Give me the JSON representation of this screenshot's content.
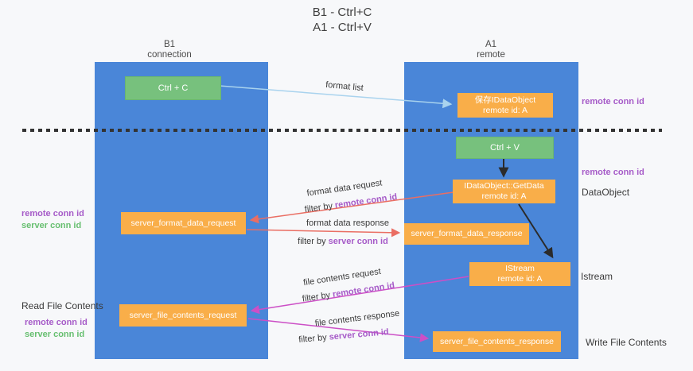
{
  "title": {
    "line1": "B1 - Ctrl+C",
    "line2": "A1 - Ctrl+V"
  },
  "columns": {
    "b1": {
      "title": "B1",
      "subtitle": "connection"
    },
    "a1": {
      "title": "A1",
      "subtitle": "remote"
    }
  },
  "nodes": {
    "ctrl_c": "Ctrl + C",
    "ctrl_v": "Ctrl + V",
    "save_idataobject": {
      "line1": "保存IDataObject",
      "line2": "remote id: A"
    },
    "getdata": {
      "line1": "IDataObject::GetData",
      "line2": "remote id: A"
    },
    "istream": {
      "line1": "IStream",
      "line2": "remote id: A"
    },
    "format_request": "server_format_data_request",
    "format_response": "server_format_data_response",
    "file_request": "server_file_contents_request",
    "file_response": "server_file_contents_response"
  },
  "edges": {
    "format_list": {
      "label": "format list"
    },
    "format_data_request": {
      "label": "format data request",
      "filter_prefix": "filter by",
      "filter_id": "remote conn id"
    },
    "format_data_response": {
      "label": "format data response",
      "filter_prefix": "filter by",
      "filter_id": "server conn id"
    },
    "file_contents_request": {
      "label": "file contents request",
      "filter_prefix": "filter by",
      "filter_id": "remote conn id"
    },
    "file_contents_response": {
      "label": "file contents response",
      "filter_prefix": "filter by",
      "filter_id": "server conn id"
    }
  },
  "side_labels": {
    "remote_conn_id_top": "remote conn id",
    "remote_conn_id_mid": "remote conn id",
    "dataobject": "DataObject",
    "istream": "Istream",
    "write_file_contents": "Write File Contents",
    "read_file_contents": "Read File Contents",
    "left1_remote": "remote conn id",
    "left1_server": "server conn id",
    "left2_remote": "remote conn id",
    "left2_server": "server conn id"
  },
  "colors": {
    "bg": "#f7f8fa",
    "column_blue": "#4a86d8",
    "box_green": "#77c17d",
    "box_orange": "#f9ae49",
    "text_dark": "#404040",
    "purple": "#a65bc8",
    "green_text": "#67bf70",
    "salmon": "#ea6e63",
    "magenta": "#cc4fc6",
    "light_blue": "#a9d3ee",
    "arrow_black": "#2b2b2b",
    "dash": "#333333"
  }
}
